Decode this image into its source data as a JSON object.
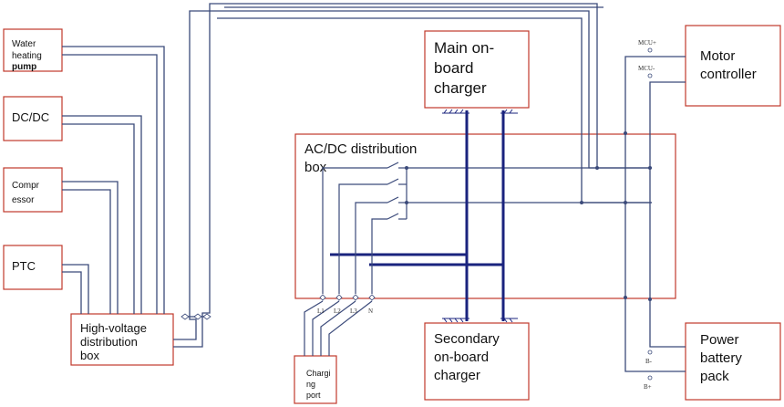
{
  "boxes": {
    "water_pump": {
      "lines": [
        "Water",
        "heating",
        "pump"
      ]
    },
    "dcdc": {
      "lines": [
        "DC/DC"
      ]
    },
    "compressor": {
      "lines": [
        "Compr",
        "essor"
      ]
    },
    "ptc": {
      "lines": [
        "PTC"
      ]
    },
    "hv_box": {
      "lines": [
        "High-voltage",
        "distribution",
        "box"
      ]
    },
    "acdc_box": {
      "lines": [
        "AC/DC distribution",
        "box"
      ]
    },
    "main_charger": {
      "lines": [
        "Main on-",
        "board",
        "charger"
      ]
    },
    "secondary_charger": {
      "lines": [
        "Secondary",
        "on-board",
        "charger"
      ]
    },
    "motor_controller": {
      "lines": [
        "Motor",
        "controller"
      ]
    },
    "battery_pack": {
      "lines": [
        "Power",
        "battery",
        "pack"
      ]
    },
    "charging_port": {
      "lines": [
        "Chargi",
        "ng",
        "port"
      ]
    }
  },
  "terminals": {
    "mcu_plus": "MCU+",
    "mcu_minus": "MCU-",
    "b_minus": "B-",
    "b_plus": "B+",
    "port_l1": "L1",
    "port_l2": "L2",
    "port_l3": "L3",
    "port_n": "N"
  },
  "colors": {
    "box_border": "#c0392b",
    "wire": "#3b4a7a",
    "bus": "#1a237e"
  }
}
